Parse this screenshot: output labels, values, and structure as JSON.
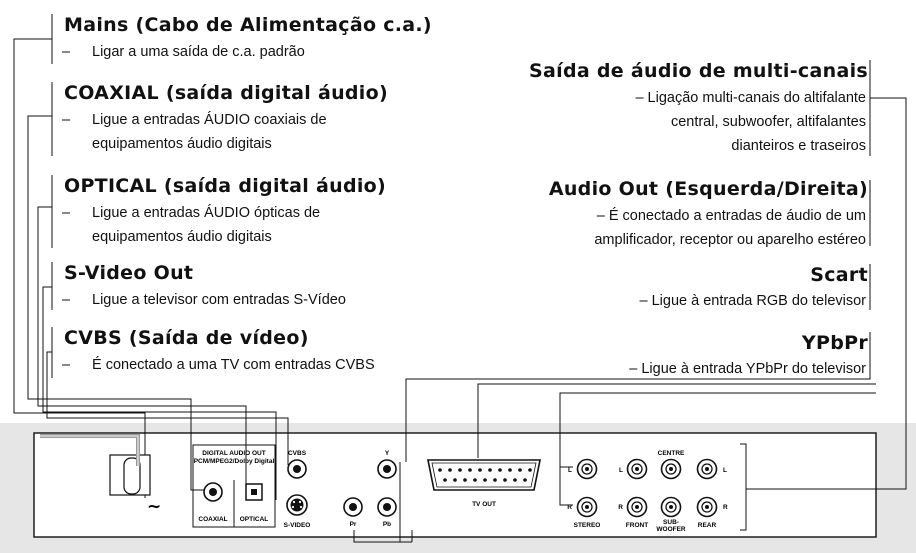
{
  "left_labels": [
    {
      "title": "Mains (Cabo de Alimentação c.a.)",
      "lines": [
        "Ligar a uma saída de c.a. padrão"
      ]
    },
    {
      "title": "COAXIAL (saída digital áudio)",
      "lines": [
        "Ligue a entradas ÁUDIO coaxiais de",
        "equipamentos áudio digitais"
      ]
    },
    {
      "title": "OPTICAL (saída digital áudio)",
      "lines": [
        "Ligue a entradas ÁUDIO ópticas de",
        "equipamentos áudio digitais"
      ]
    },
    {
      "title": "S-Video Out",
      "lines": [
        "Ligue a televisor com entradas S-Vídeo"
      ]
    },
    {
      "title": "CVBS (Saída de vídeo)",
      "lines": [
        "É conectado a uma TV com entradas CVBS"
      ]
    }
  ],
  "right_labels": [
    {
      "title": "Saída de áudio de multi-canais",
      "lines": [
        "– Ligação multi-canais do altifalante",
        "central, subwoofer, altifalantes",
        "dianteiros e traseiros"
      ]
    },
    {
      "title": "Audio Out (Esquerda/Direita)",
      "lines": [
        "– É conectado a entradas de áudio de um",
        "amplificador, receptor ou aparelho estéreo"
      ]
    },
    {
      "title": "Scart",
      "lines": [
        "– Ligue à entrada RGB do televisor"
      ]
    },
    {
      "title": "YPbPr",
      "lines": [
        "– Ligue à entrada YPbPr do televisor"
      ]
    }
  ],
  "dash_symbol": "–",
  "panel": {
    "digital_audio_out": "DIGITAL AUDIO OUT",
    "formats": "PCM/MPEG2/Dolby Digital",
    "coaxial": "COAXIAL",
    "optical": "OPTICAL",
    "cvbs": "CVBS",
    "svideo": "S-VIDEO",
    "y": "Y",
    "pr": "Pr",
    "pb": "Pb",
    "tv_out": "TV OUT",
    "stereo": "STEREO",
    "front": "FRONT",
    "sub_woofer_1": "SUB-",
    "sub_woofer_2": "WOOFER",
    "rear": "REAR",
    "centre": "CENTRE",
    "l": "L",
    "r": "R",
    "mains_symbol": "~"
  },
  "colors": {
    "panel_bg": "#e6e6e6",
    "line": "#111111"
  }
}
